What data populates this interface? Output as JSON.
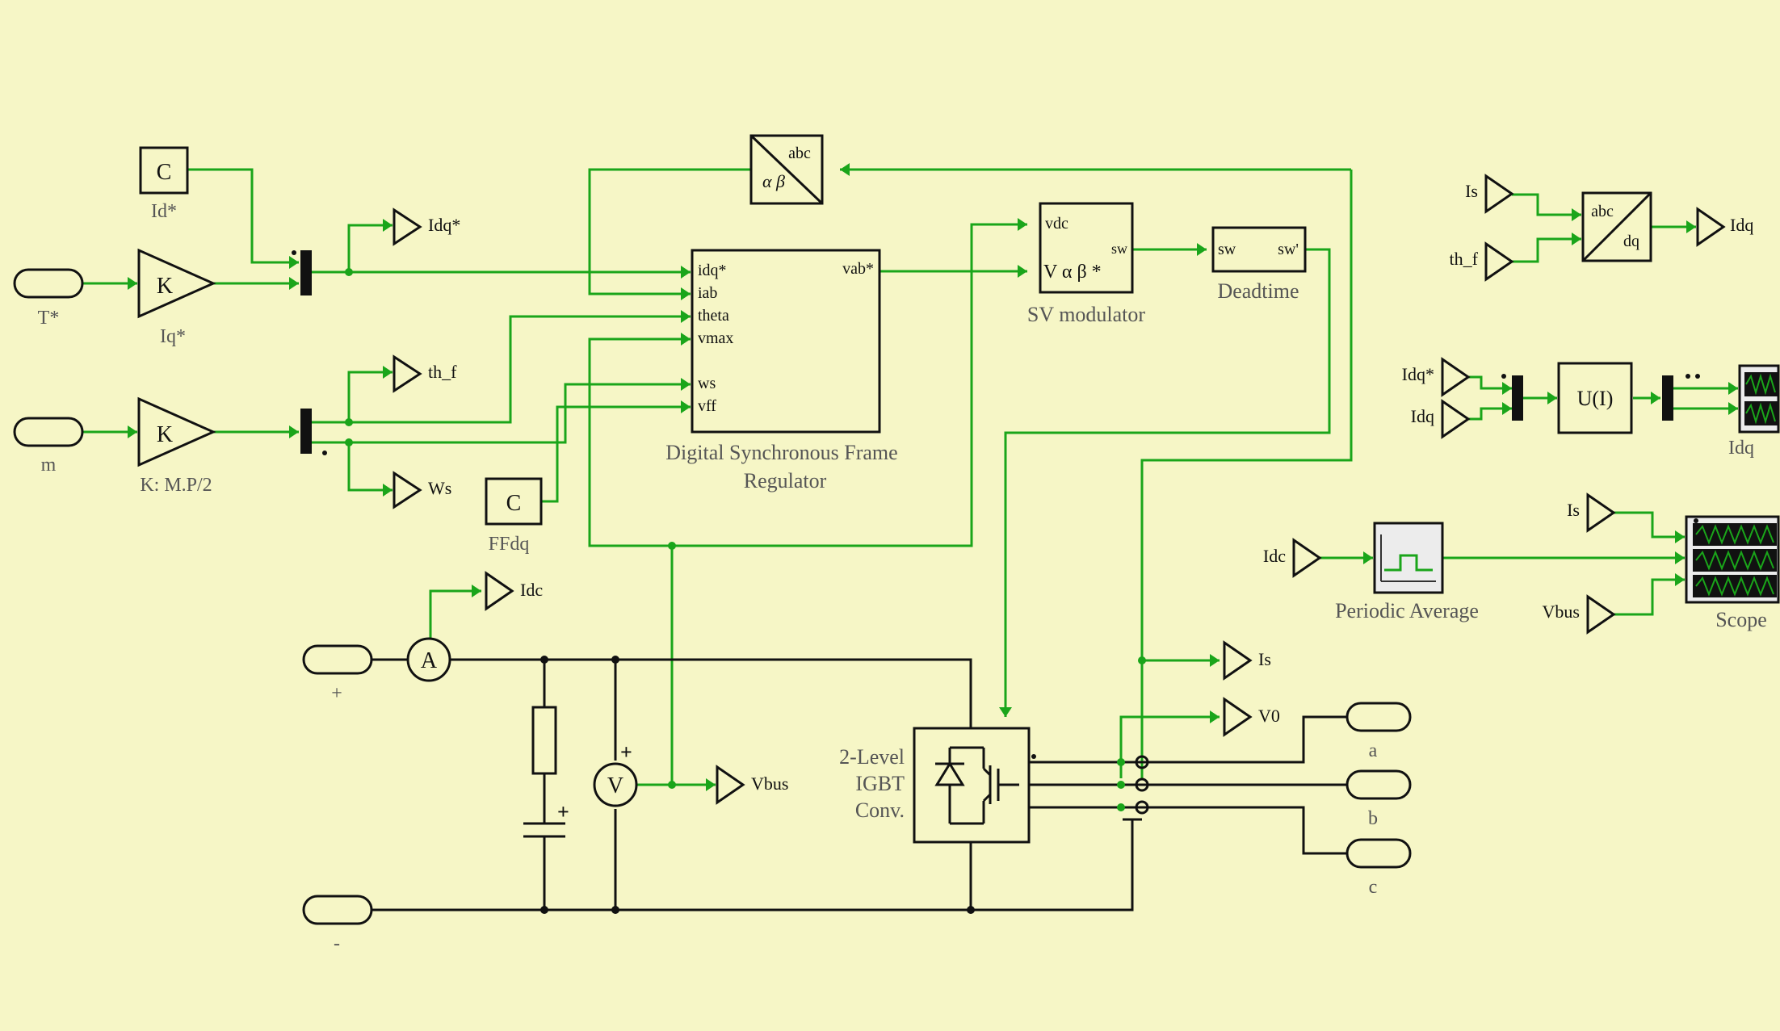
{
  "ports": {
    "t_star": "T*",
    "m": "m",
    "plus": "+",
    "minus": "-",
    "a": "a",
    "b": "b",
    "c": "c"
  },
  "blocks": {
    "id_const_letter": "C",
    "id_const_name": "Id*",
    "iq_gain_letter": "K",
    "iq_gain_name": "Iq*",
    "kmp_gain_letter": "K",
    "kmp_gain_name": "K: M.P/2",
    "ffdq_const_letter": "C",
    "ffdq_const_name": "FFdq",
    "abc_top": "abc",
    "ab_bottom": "α β",
    "regulator": {
      "inputs": [
        "idq*",
        "iab",
        "theta",
        "vmax",
        "ws",
        "vff"
      ],
      "output": "vab*",
      "name_line1": "Digital Synchronous Frame",
      "name_line2": "Regulator"
    },
    "sv": {
      "in_vdc": "vdc",
      "in_vab": "V α β *",
      "out_sw": "sw",
      "name": "SV modulator"
    },
    "deadtime": {
      "in": "sw",
      "out": "sw'",
      "name": "Deadtime"
    },
    "conv": {
      "line1": "2-Level",
      "line2": "IGBT",
      "line3": "Conv."
    },
    "ammeter": "A",
    "voltmeter": "V",
    "voltmeter_plus": "+",
    "cap_plus": "+",
    "abc_dq_top": "abc",
    "abc_dq_bottom": "dq",
    "func": "U(I)",
    "scope_idq_name": "Idq",
    "periodic_average_name": "Periodic Average",
    "scope_name": "Scope"
  },
  "tags": {
    "idq_star": "Idq*",
    "th_f": "th_f",
    "ws": "Ws",
    "idc": "Idc",
    "is": "Is",
    "v0": "V0",
    "vbus": "Vbus",
    "is_in": "Is",
    "th_f_in": "th_f",
    "idq_out": "Idq",
    "idq_star_in": "Idq*",
    "idq_in": "Idq",
    "is_scope": "Is",
    "idc_in": "Idc",
    "vbus_scope": "Vbus"
  },
  "colors": {
    "background": "#f6f6c6",
    "signal_wire": "#1aa51a",
    "power_wire": "#111111",
    "scope_screen": "#111111",
    "scope_trace": "#1aa51a"
  }
}
